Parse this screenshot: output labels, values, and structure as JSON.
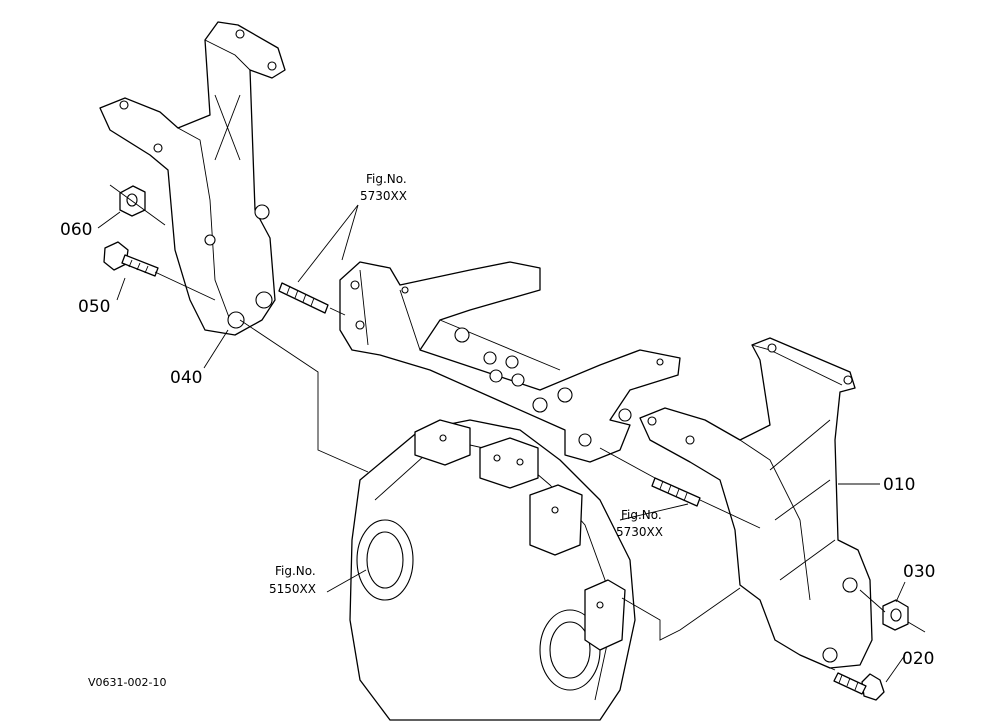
{
  "callouts": {
    "p010": "010",
    "p020": "020",
    "p030": "030",
    "p040": "040",
    "p050": "050",
    "p060": "060"
  },
  "references": {
    "ref_top": {
      "line1": "Fig.No.",
      "line2": "5730XX"
    },
    "ref_right": {
      "line1": "Fig.No.",
      "line2": "5730XX"
    },
    "ref_left": {
      "line1": "Fig.No.",
      "line2": "5150XX"
    }
  },
  "drawing_code": "V0631-002-10"
}
